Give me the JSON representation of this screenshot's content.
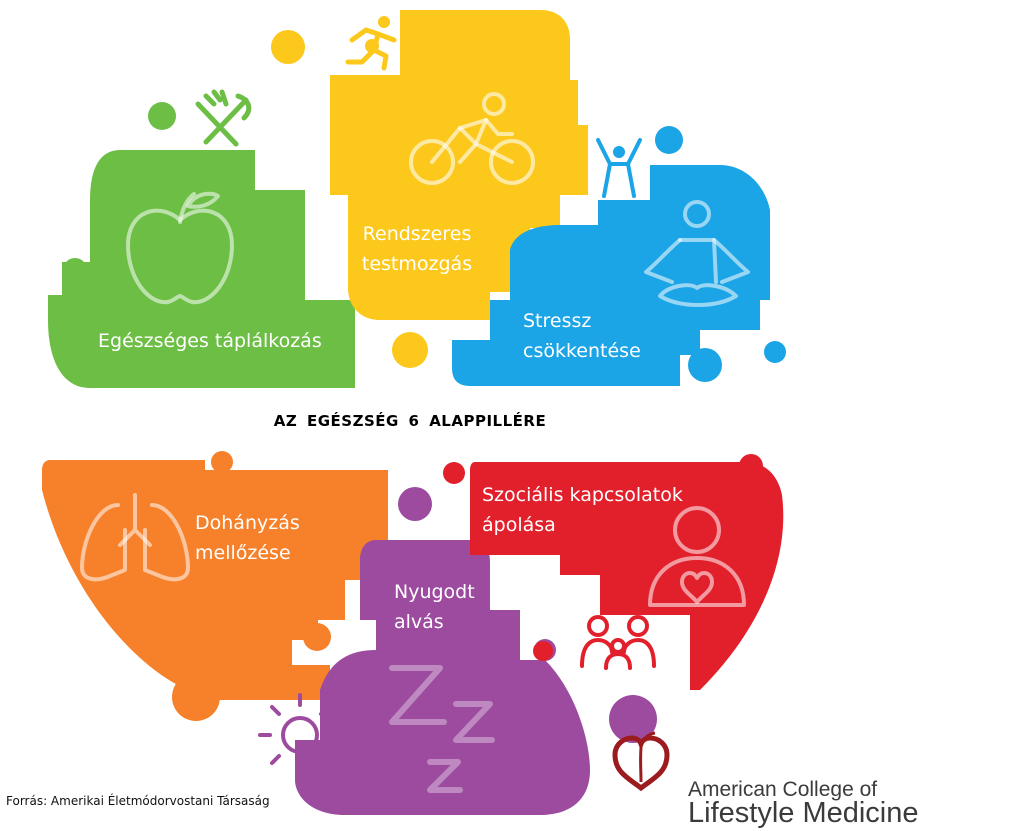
{
  "title": "AZ EGÉSZSÉG 6 ALAPPILLÉRE",
  "pillars": [
    {
      "label_lines": [
        "Egészséges táplálkozás"
      ],
      "color": "#6cbe45"
    },
    {
      "label_lines": [
        "Rendszeres",
        "testmozgás"
      ],
      "color": "#fcc81b"
    },
    {
      "label_lines": [
        "Stressz",
        "csökkentése"
      ],
      "color": "#1ba4e6"
    },
    {
      "label_lines": [
        "Dohányzás",
        "mellőzése"
      ],
      "color": "#f6812a"
    },
    {
      "label_lines": [
        "Nyugodt",
        "alvás"
      ],
      "color": "#9c4b9f"
    },
    {
      "label_lines": [
        "Szociális kapcsolatok",
        "ápolása"
      ],
      "color": "#e2202c"
    }
  ],
  "icons": [
    "apple-icon",
    "fork-knife-icon",
    "runner-icon",
    "cyclist-icon",
    "cheering-person-icon",
    "meditation-icon",
    "lungs-icon",
    "heartbeat-icon",
    "zzz-icon",
    "sun-icon",
    "person-heart-icon",
    "family-icon"
  ],
  "source": "Forrás: Amerikai Életmódorvostani Társaság",
  "logo": {
    "line1": "American College of",
    "line2": "Lifestyle Medicine",
    "icon": "apple-heart-logo-icon",
    "color": "#9b1b1f"
  }
}
